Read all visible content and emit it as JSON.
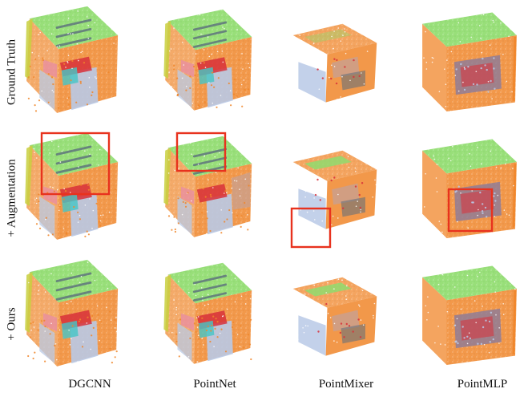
{
  "figure": {
    "row_labels": [
      "Ground Truth",
      "+ Augmentation",
      "+ Ours"
    ],
    "column_labels": [
      "DGCNN",
      "PointNet",
      "PointMixer",
      "PointMLP"
    ],
    "highlight_color": "#e8321e",
    "semantic_colors": {
      "ceiling": "#8fdc6e",
      "wall": "#f0862a",
      "floor": "#b9c9e6",
      "chair": "#d8303a",
      "table": "#e88fa0",
      "window": "#5b6e7d",
      "clutter": "#c8a090",
      "board": "#45c5c5",
      "beam": "#c8d040"
    }
  }
}
